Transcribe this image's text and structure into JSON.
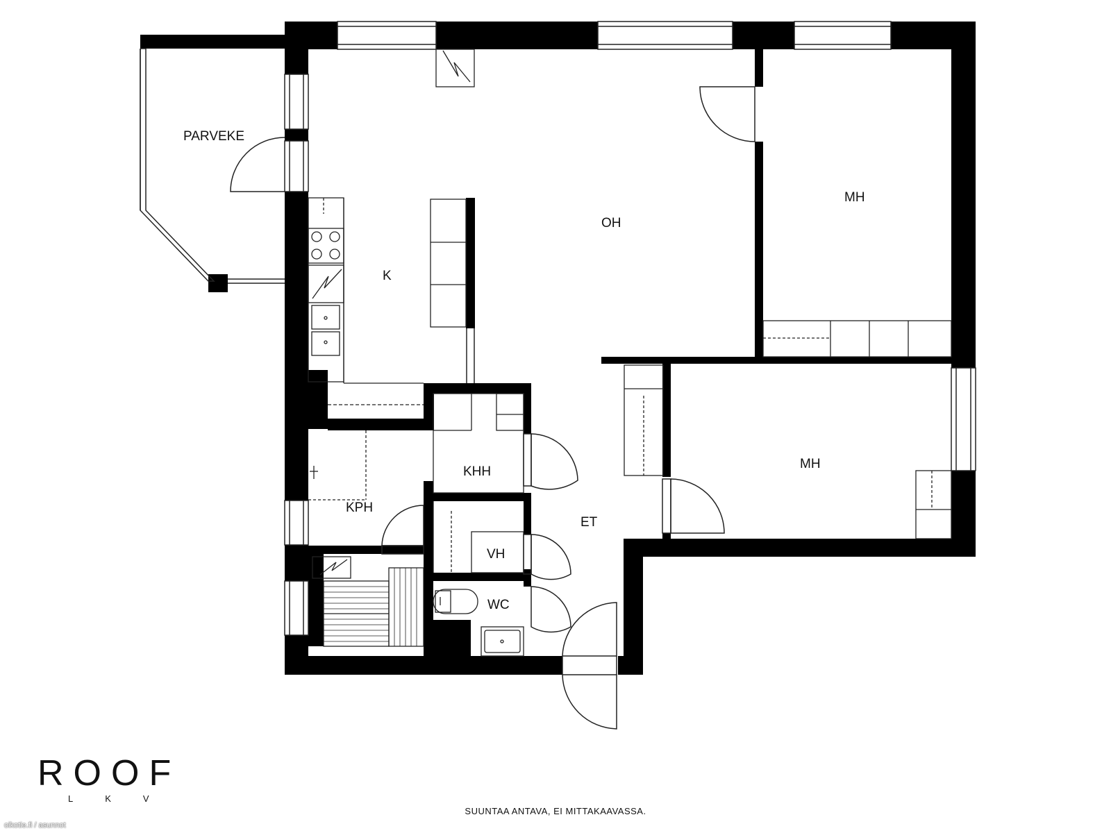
{
  "rooms": {
    "parveke": "PARVEKE",
    "k": "K",
    "oh": "OH",
    "mh_upper": "MH",
    "mh_lower": "MH",
    "khh": "KHH",
    "kph": "KPH",
    "et": "ET",
    "vh": "VH",
    "wc": "WC"
  },
  "branding": {
    "logo_word": "ROOF",
    "logo_sub": "LKV"
  },
  "disclaimer": "SUUNTAA ANTAVA, EI MITTAKAAVASSA.",
  "watermark": "oikotie.fi / asunnot",
  "colors": {
    "wall": "#000000",
    "line": "#333333",
    "background": "#ffffff"
  }
}
